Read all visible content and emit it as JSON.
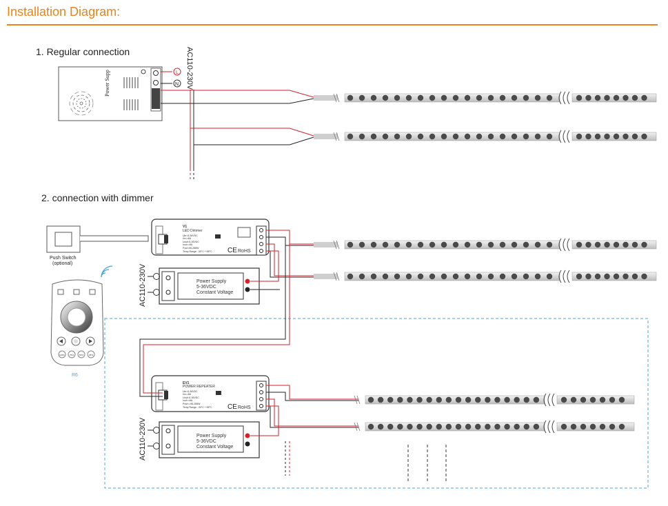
{
  "header": {
    "title": "Installation Diagram:"
  },
  "section1": {
    "label": "1. Regular connection",
    "ac_label": "AC110-230V",
    "psu_text": "Power Supp",
    "terminal_L": "L",
    "terminal_N": "N"
  },
  "section2": {
    "label": "2. connection with dimmer",
    "push_switch_label": "Push Switch",
    "push_switch_sub": "(optional)",
    "remote_label": "R6",
    "remote_buttons": [
      "100%",
      "75%",
      "50%",
      "25%"
    ],
    "ac_label": "AC110-230V",
    "dimmer": {
      "model": "V1",
      "name": "LED Dimmer",
      "specs": [
        "Uin=5-36VDC",
        "Iin<=8A",
        "Uout=5-36VDC",
        "Iout<=8A",
        "Pout<96-288W",
        "Temp Range: -30°C~+55°C"
      ],
      "ce": "CE",
      "rohs": "RoHS"
    },
    "repeater": {
      "model": "EV1",
      "name": "POWER REPEATER",
      "specs": [
        "Uin=5-36VDC",
        "Iin<=8A",
        "Uout=5-36VDC",
        "Iout<=8A",
        "Pout<=96-288W",
        "Temp Range: -30°C~+55°C"
      ],
      "ce": "CE",
      "rohs": "RoHS"
    },
    "psu": {
      "line1": "Power Supply",
      "line2": "5-36VDC",
      "line3": "Constant Voltage"
    }
  },
  "colors": {
    "accent": "#e8841c",
    "wire_red": "#d6202a",
    "wire_black": "#222222",
    "dashed_box": "#4aa3d8",
    "led": "#4a4a4a"
  }
}
